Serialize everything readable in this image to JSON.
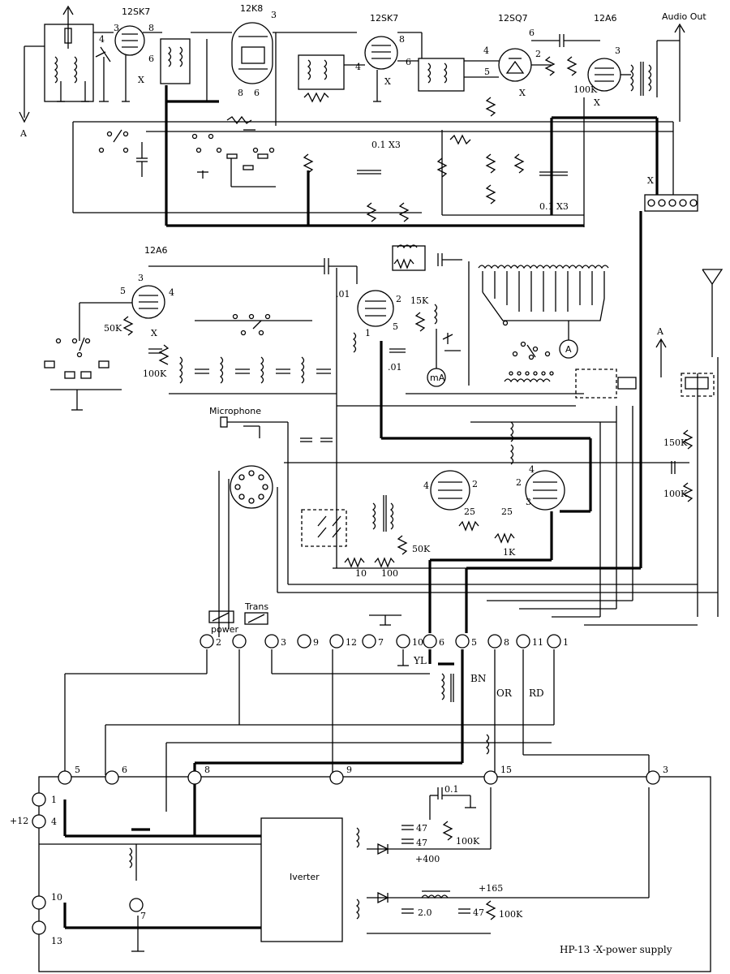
{
  "tubes": {
    "t1": "12SK7",
    "t2": "12K8",
    "t3": "12SK7",
    "t4": "12SQ7",
    "t5": "12A6",
    "t6": "12A6"
  },
  "labels": {
    "audio_out": "Audio Out",
    "antenna_a1": "A",
    "antenna_a2": "A",
    "microphone": "Microphone",
    "power": "power",
    "trans": "Trans",
    "inverter": "Iverter",
    "title": "HP-13 -X-power supply",
    "plus12": "+12",
    "plus400": "+400",
    "plus165": "+165",
    "meter_ma": "mA",
    "meter_a": "A",
    "x": "X"
  },
  "values": {
    "r_100k_a": "100K",
    "r_100k_b": "100K",
    "r_100k_c": "100K",
    "r_100k_d": "100K",
    "r_100k_e": "100K",
    "r_50k_a": "50K",
    "r_50k_b": "50K",
    "r_15k": "15K",
    "r_150k": "150K",
    "r_1k": "1K",
    "r_10": "10",
    "r_100": "100",
    "r_25a": "25",
    "r_25b": "25",
    "c_01x3_a": "0.1 X3",
    "c_01x3_b": "0.1 X3",
    "c_01a": ".01",
    "c_01b": ".01",
    "c_01": "0.1",
    "c_47a": "47",
    "c_47b": "47",
    "c_47c": "47",
    "c_20": "2.0"
  },
  "wires": {
    "yl": "YL",
    "bn": "BN",
    "or": "OR",
    "rd": "RD"
  },
  "connector_top": [
    "2",
    "3",
    "9",
    "12",
    "7",
    "10",
    "6",
    "5",
    "8",
    "11",
    "1"
  ],
  "connector_psu": [
    "5",
    "6",
    "8",
    "9",
    "15",
    "3"
  ],
  "psu_left": [
    "1",
    "4",
    "10",
    "13",
    "7"
  ]
}
